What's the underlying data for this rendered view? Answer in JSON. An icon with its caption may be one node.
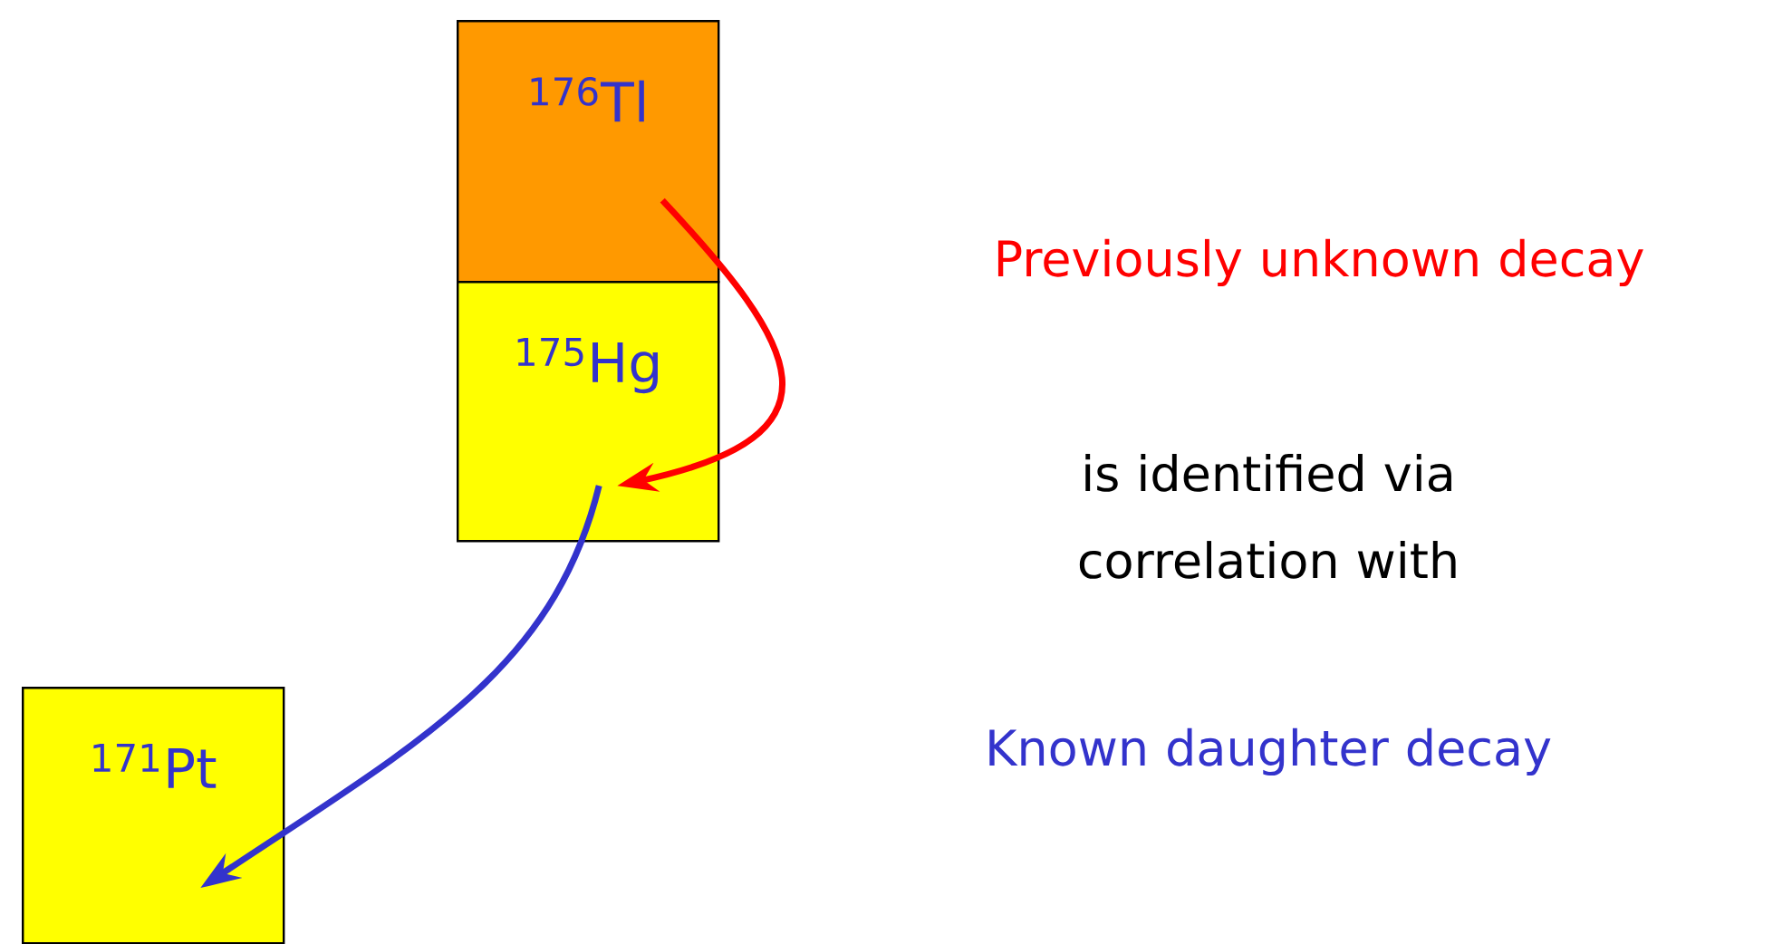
{
  "diagram": {
    "nodes": [
      {
        "text": [
          "$^{176}$Tl"
        ]
      },
      {
        "text": [
          "$^{175}$Hg"
        ]
      },
      {
        "text": [
          "$^{171}$Pt"
        ]
      }
    ],
    "edges": [
      {
        "from": 0,
        "to": 1,
        "arrow": "to",
        "color": "#ff0000"
      },
      {
        "from": 1,
        "to": 2,
        "arrow": "to",
        "color": "#3333cc"
      }
    ],
    "labels": [
      "Previously unknown decay",
      "is identified via correlation with",
      "Known daughter decay"
    ]
  }
}
